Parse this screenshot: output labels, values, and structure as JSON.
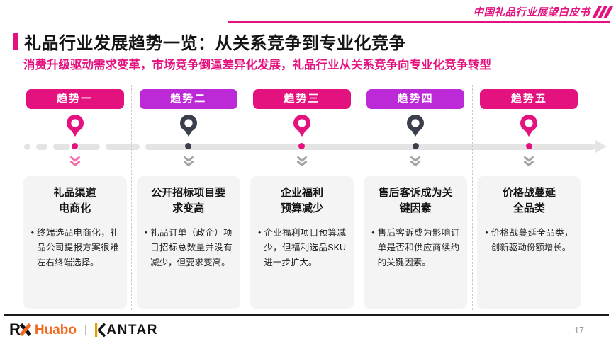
{
  "slide": {
    "header": {
      "whitepaper_title": "中国礼品行业展望白皮书"
    },
    "title": "礼品行业发展趋势一览：从关系竞争到专业化竞争",
    "subtitle": "消费升级驱动需求变革，市场竞争倒逼差异化发展，礼品行业从关系竞争向专业化竞争转型",
    "page_number": "17"
  },
  "bullet_char": "•",
  "trends": [
    {
      "label": "趋势一",
      "badge_color": "#E4127E",
      "pin_color": "#E4127E",
      "chevron_color": "#F173AE",
      "card_title_line1": "礼品渠道",
      "card_title_line2": "电商化",
      "body": "终端选品电商化，礼品公司提报方案很难左右终端选择。"
    },
    {
      "label": "趋势二",
      "badge_color": "#BC29D6",
      "pin_color": "#3A3F4B",
      "chevron_color": "#A5A5A5",
      "card_title_line1": "公开招标项目要",
      "card_title_line2": "求变高",
      "body": "礼品订单（政企）项目招标总数量并没有减少，但要求变高。"
    },
    {
      "label": "趋势三",
      "badge_color": "#E4127E",
      "pin_color": "#E4127E",
      "chevron_color": "#A5A5A5",
      "card_title_line1": "企业福利",
      "card_title_line2": "预算减少",
      "body": "企业福利项目预算减少，但福利选品SKU进一步扩大。"
    },
    {
      "label": "趋势四",
      "badge_color": "#BC29D6",
      "pin_color": "#3A3F4B",
      "chevron_color": "#A5A5A5",
      "card_title_line1": "售后客诉成为关",
      "card_title_line2": "键因素",
      "body": "售后客诉成为影响订单是否和供应商续约的关键因素。"
    },
    {
      "label": "趋势五",
      "badge_color": "#E4127E",
      "pin_color": "#E4127E",
      "chevron_color": "#A5A5A5",
      "card_title_line1": "价格战蔓延",
      "card_title_line2": "全品类",
      "body": "价格战蔓延全品类，创新驱动份额增长。"
    }
  ],
  "footer": {
    "rx_r": "R",
    "huabo": "Huabo",
    "divider": "|",
    "kantar_rest": "ANTAR"
  },
  "icons": {
    "pin": "map-pin",
    "chevrons": "double-chevron-down",
    "slashes": "triple-slash",
    "timeline_arrow": "arrow-right"
  },
  "colors": {
    "pink": "#E4127E",
    "purple": "#BC29D6",
    "dark_pin": "#3A3F4B",
    "timeline_gray": "#E4E4E4",
    "card_bg": "#F4F4F4",
    "dashed_line": "#C9C9C9",
    "orange": "#F26A21",
    "kantar_gold": "#E89C00",
    "page_number_gray": "#999999"
  }
}
